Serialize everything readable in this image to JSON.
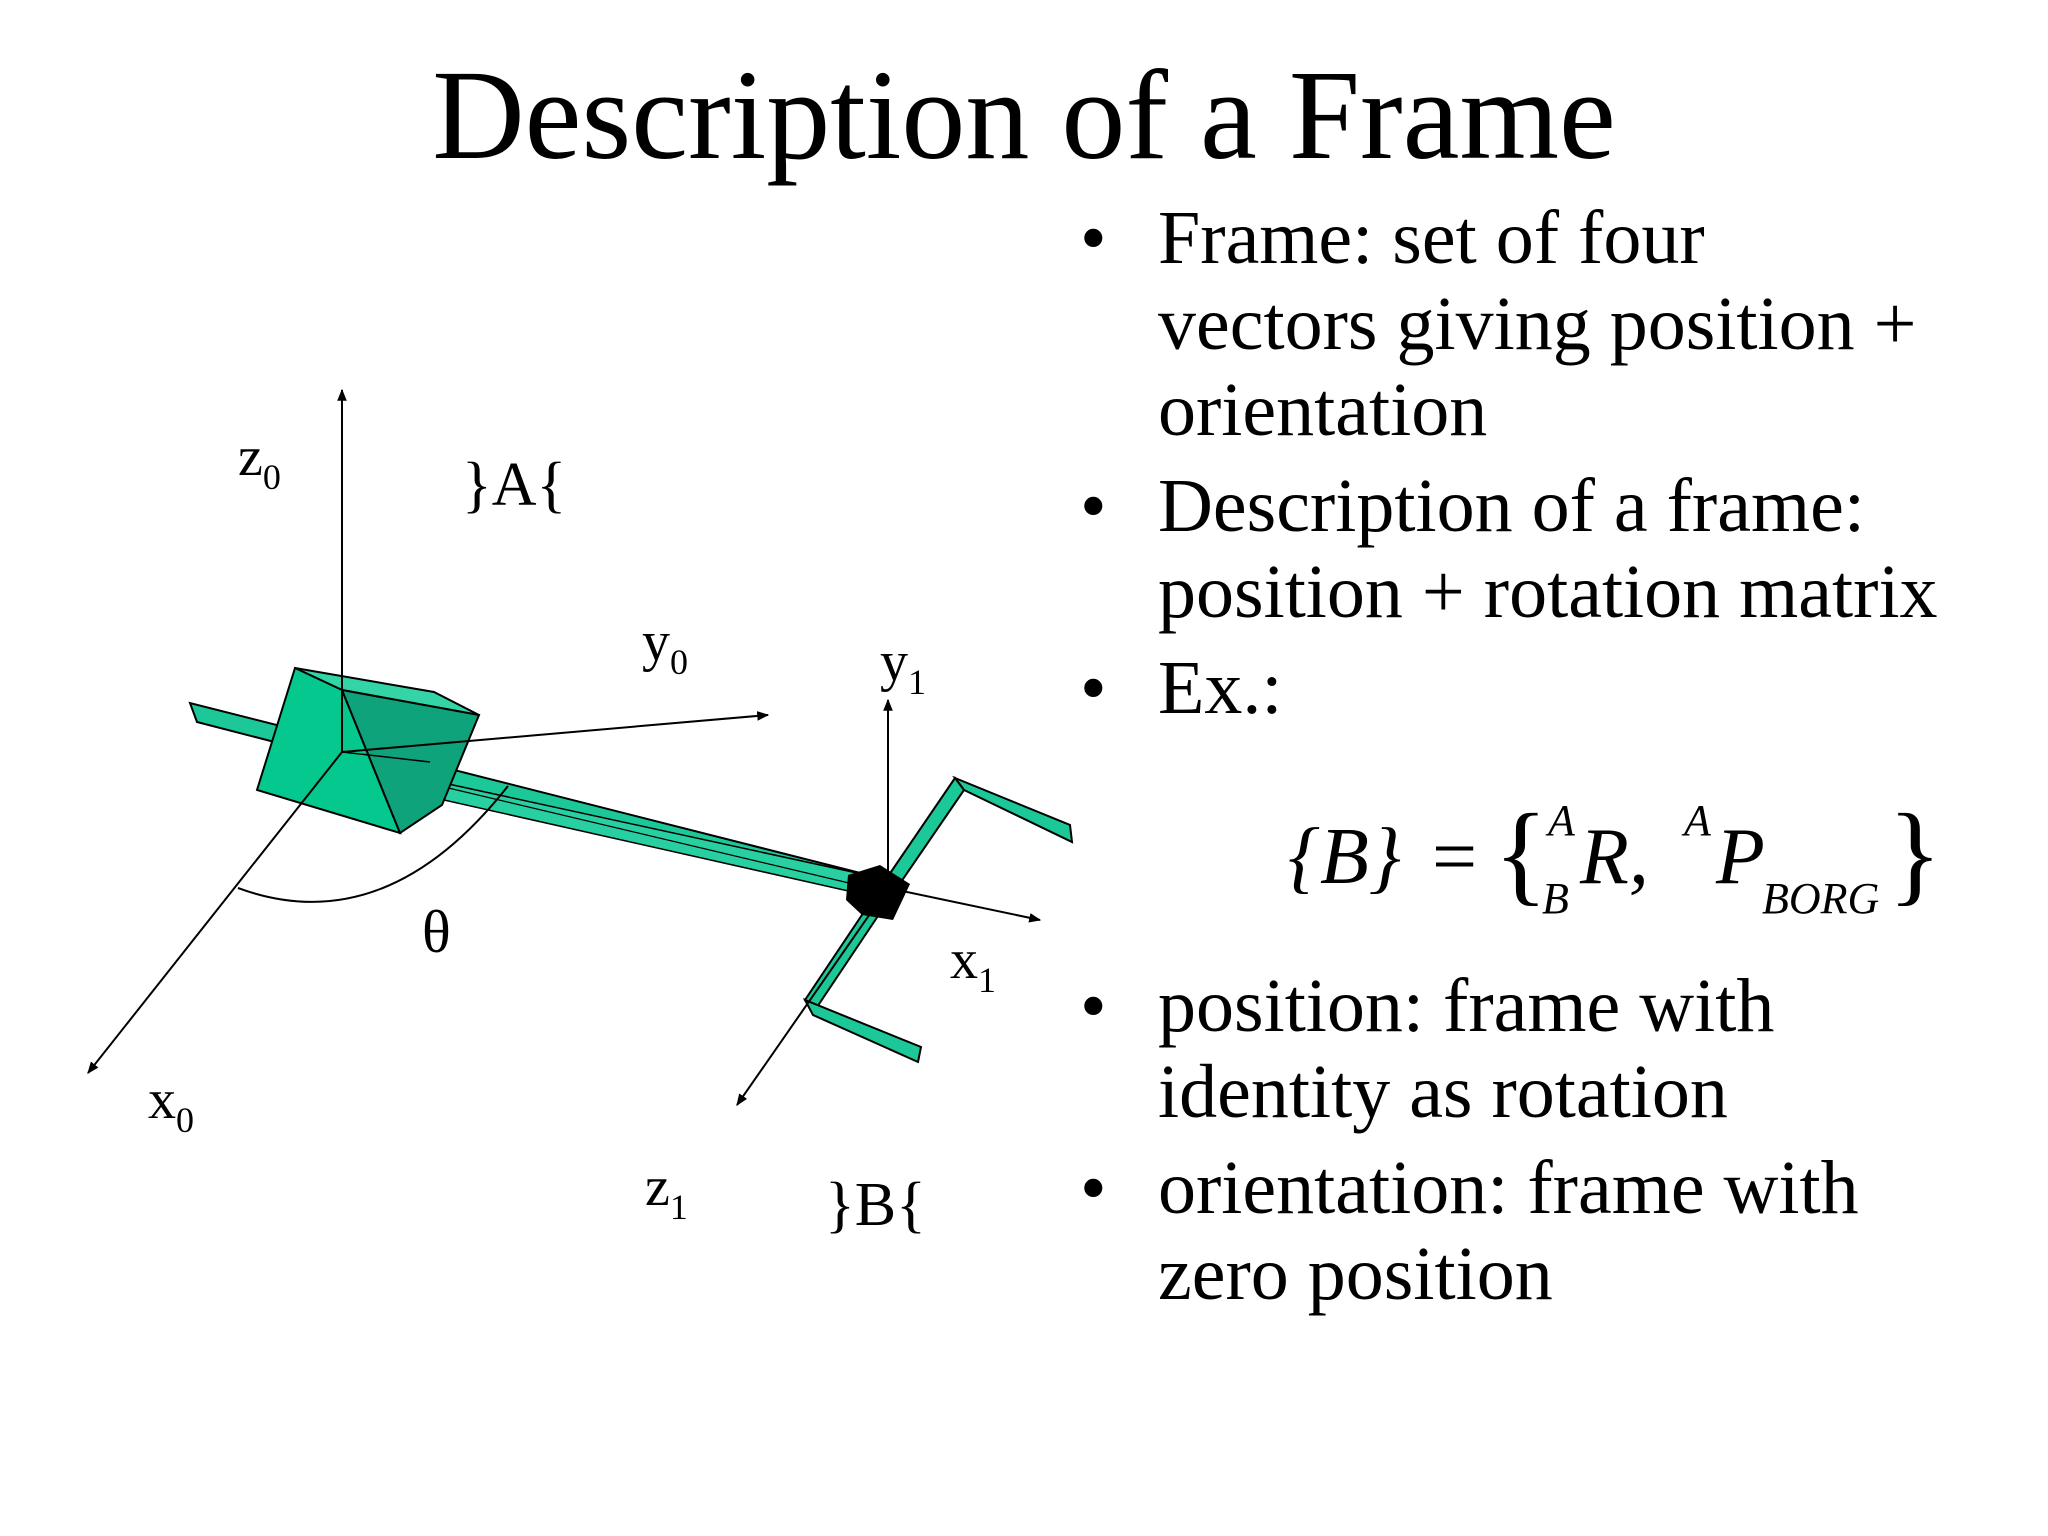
{
  "title": "Description of a Frame",
  "bullets": [
    "Frame: set of four vectors giving position + orientation",
    "Description of a frame: position + rotation matrix",
    "Ex.:",
    "position: frame with identity as rotation",
    "orientation: frame with zero position"
  ],
  "bullet_lines": [
    [
      "Frame: set of four",
      "vectors giving position +",
      "orientation"
    ],
    [
      "Description of a frame:",
      "position + rotation matrix"
    ],
    [
      "Ex.:"
    ],
    [
      "position: frame with",
      "identity as rotation"
    ],
    [
      "orientation: frame with",
      "zero position"
    ]
  ],
  "bullet_symbol": "•",
  "formula": {
    "lhs": "{B}",
    "equals": "=",
    "brace_open": "{",
    "brace_close": "}",
    "r_pre_sup": "A",
    "r_pre_sub": "B",
    "r_symbol": "R,",
    "p_pre_sup": "A",
    "p_symbol": "P",
    "p_sub": "BORG"
  },
  "diagram": {
    "frame_a_label": "}A{",
    "frame_b_label": "}B{",
    "axis_labels": {
      "z0": {
        "letter": "z",
        "sub": "0"
      },
      "y0": {
        "letter": "y",
        "sub": "0"
      },
      "x0": {
        "letter": "x",
        "sub": "0"
      },
      "y1": {
        "letter": "y",
        "sub": "1"
      },
      "x1": {
        "letter": "x",
        "sub": "1"
      },
      "z1": {
        "letter": "z",
        "sub": "1"
      }
    },
    "angle_label": "θ",
    "colors": {
      "arm": "#1dc898",
      "arm_dark": "#0fa878",
      "box_front": "#05c88e",
      "box_top": "#33d4a6",
      "box_side": "#0ea37a",
      "gripper_joint": "#000000",
      "outline": "#000000"
    }
  }
}
